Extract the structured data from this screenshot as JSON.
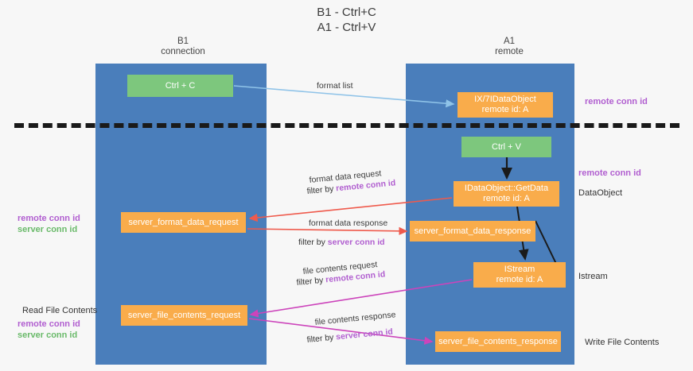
{
  "title": {
    "line1": "B1 - Ctrl+C",
    "line2": "A1 - Ctrl+V"
  },
  "columns": [
    {
      "id": "b1",
      "name": "B1",
      "sub": "connection"
    },
    {
      "id": "a1",
      "name": "A1",
      "sub": "remote"
    }
  ],
  "colors": {
    "lane": "#4a7ebb",
    "box_orange": "#f9ac4b",
    "box_green": "#7dc77d",
    "accent_purple": "#b15fd0",
    "accent_green": "#6aba6a",
    "arrow_blue": "#8fc3e8",
    "arrow_red": "#ef5a4c",
    "arrow_magenta": "#cc44bb",
    "arrow_black": "#1a1a1a",
    "divider": "#1a1a1a",
    "background": "#f7f7f7"
  },
  "nodes": {
    "ctrl_c": {
      "label": "Ctrl + C"
    },
    "idataobject": {
      "line1": "IX/7IDataObject",
      "line2": "remote id: A"
    },
    "ctrl_v": {
      "label": "Ctrl + V"
    },
    "getdata": {
      "line1": "IDataObject::GetData",
      "line2": "remote id: A"
    },
    "server_format_data_request": {
      "label": "server_format_data_request"
    },
    "server_format_data_response": {
      "label": "server_format_data_response"
    },
    "istream": {
      "line1": "IStream",
      "line2": "remote id: A"
    },
    "server_file_contents_request": {
      "label": "server_file_contents_request"
    },
    "server_file_contents_response": {
      "label": "server_file_contents_response"
    }
  },
  "edge_labels": {
    "format_list": "format list",
    "format_data_request": "format data request",
    "filter_by": "filter by ",
    "remote_conn_id": "remote conn id",
    "format_data_response": "format data response",
    "server_conn_id": "server conn id",
    "file_contents_request": "file contents request",
    "file_contents_response": "file contents response"
  },
  "side_labels": {
    "remote_conn_id_top": "remote conn id",
    "remote_conn_id_mid": "remote conn id",
    "data_object": "DataObject",
    "istream": "Istream",
    "write_file_contents": "Write File Contents",
    "read_file_contents": "Read File Contents",
    "left_remote_conn_id": "remote conn id",
    "left_server_conn_id": "server conn id"
  }
}
